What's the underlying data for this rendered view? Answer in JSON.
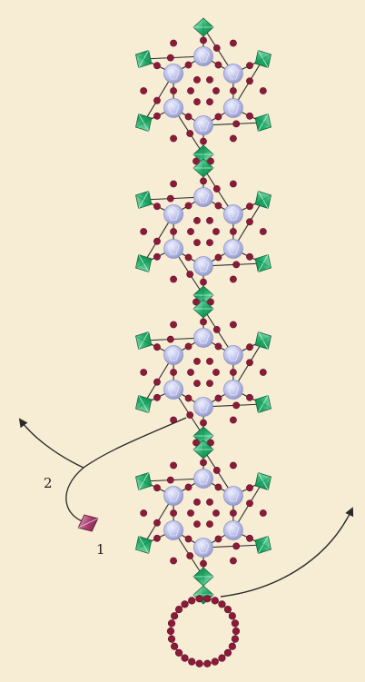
{
  "colors": {
    "background": "#f7ecd4",
    "thread": "#2a2a2a",
    "seed_bead": "#8e1a3a",
    "bicone_green": "#27b06e",
    "bicone_green_light": "#bff2d6",
    "crystal_lavender": "#b9bde6",
    "crystal_lavender_light": "#eef0ff",
    "accent_bicone": "#a63a6a"
  },
  "diagram": {
    "step_labels": [
      "2",
      "1"
    ],
    "motif_count": 4,
    "clasp_loop": true
  }
}
